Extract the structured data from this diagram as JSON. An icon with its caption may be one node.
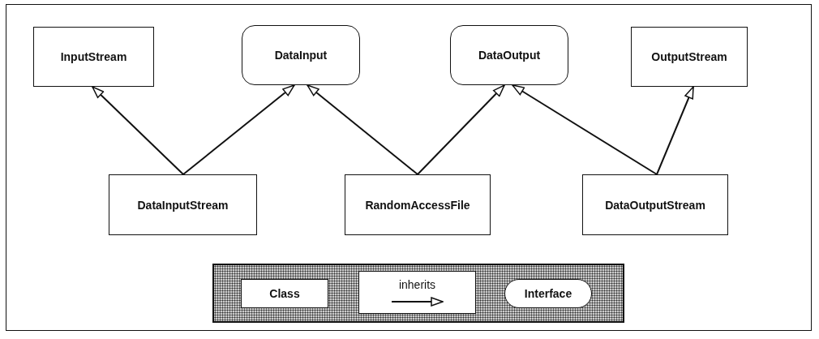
{
  "diagram": {
    "nodes": [
      {
        "text": [
          "InputStream"
        ]
      },
      {
        "text": [
          "DataInput"
        ]
      },
      {
        "text": [
          "DataOutput"
        ]
      },
      {
        "text": [
          "OutputStream"
        ]
      },
      {
        "text": [
          "DataInputStream"
        ]
      },
      {
        "text": [
          "RandomAccessFile"
        ]
      },
      {
        "text": [
          "DataOutputStream"
        ]
      }
    ],
    "edges": [
      {
        "from": 4,
        "to": 0,
        "arrow": "to"
      },
      {
        "from": 4,
        "to": 1,
        "arrow": "to"
      },
      {
        "from": 5,
        "to": 1,
        "arrow": "to"
      },
      {
        "from": 5,
        "to": 2,
        "arrow": "to"
      },
      {
        "from": 6,
        "to": 2,
        "arrow": "to"
      },
      {
        "from": 6,
        "to": 3,
        "arrow": "to"
      }
    ],
    "legend": [
      {
        "text": "Class"
      },
      {
        "text": "inherits"
      },
      {
        "text": "Interface"
      }
    ]
  }
}
